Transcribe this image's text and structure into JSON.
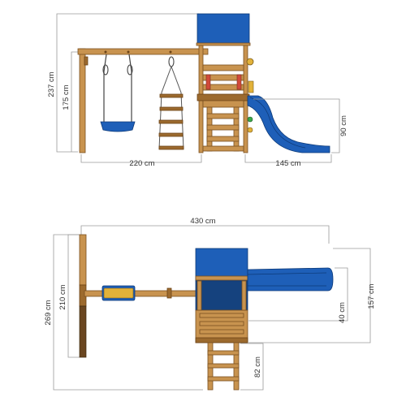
{
  "diagram": {
    "side_view": {
      "dimensions": {
        "total_height": "237 cm",
        "beam_height": "175 cm",
        "swing_width": "220 cm",
        "slide_length": "145 cm",
        "slide_height": "90 cm"
      }
    },
    "top_view": {
      "dimensions": {
        "total_width": "430 cm",
        "total_depth": "269 cm",
        "frame_depth": "210 cm",
        "slide_offset": "157 cm",
        "slide_width": "40 cm",
        "ladder_length": "82 cm"
      }
    },
    "colors": {
      "wood": "#c8934f",
      "blue": "#1e5fb8",
      "dimension_line": "#9a9a9a"
    }
  }
}
